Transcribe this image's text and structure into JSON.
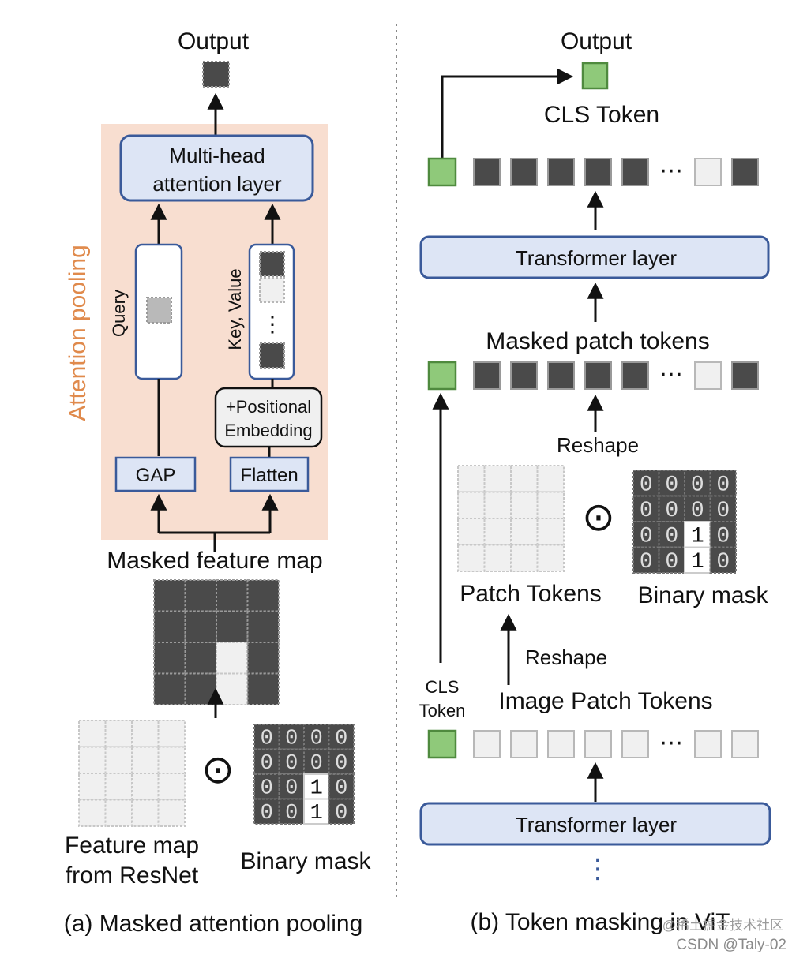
{
  "colors": {
    "dark_token": "#4a4a4a",
    "light_token": "#f0f0f0",
    "cls_token": "#8fc97a",
    "layer_fill": "#dde5f5",
    "layer_border": "#3a5a9a",
    "pooling_bg": "#f8ded0",
    "pooling_title": "#e08a4c",
    "arrow": "#111111"
  },
  "left_panel": {
    "caption": "(a)  Masked attention pooling",
    "output_label": "Output",
    "pooling_title": "Attention pooling",
    "mha_line1": "Multi-head",
    "mha_line2": "attention layer",
    "query_label": "Query",
    "kv_label": "Key, Value",
    "kv_dots": "⋮",
    "pos_emb_line1": "+Positional",
    "pos_emb_line2": "Embedding",
    "gap_label": "GAP",
    "flatten_label": "Flatten",
    "masked_map_label": "Masked feature map",
    "feature_map_line1": "Feature map",
    "feature_map_line2": "from ResNet",
    "odot": "⊙",
    "binary_mask_label": "Binary mask",
    "masked_grid": [
      [
        1,
        1,
        1,
        1
      ],
      [
        1,
        1,
        1,
        1
      ],
      [
        1,
        1,
        0,
        1
      ],
      [
        1,
        1,
        0,
        1
      ]
    ],
    "mask_values": [
      [
        "0",
        "0",
        "0",
        "0"
      ],
      [
        "0",
        "0",
        "0",
        "0"
      ],
      [
        "0",
        "0",
        "1",
        "0"
      ],
      [
        "0",
        "0",
        "1",
        "0"
      ]
    ]
  },
  "right_panel": {
    "caption": "(b) Token masking in ViT",
    "output_label": "Output",
    "cls_output_label": "CLS Token",
    "transformer_top_label": "Transformer layer",
    "masked_tokens_label": "Masked patch tokens",
    "reshape_top_label": "Reshape",
    "patch_tokens_label": "Patch Tokens",
    "odot": "⊙",
    "binary_mask_label": "Binary mask",
    "reshape_bottom_label": "Reshape",
    "cls_token_line1": "CLS",
    "cls_token_line2": "Token",
    "image_patch_label": "Image Patch Tokens",
    "transformer_bottom_label": "Transformer layer",
    "ellipsis": "⋯",
    "vertical_dots": "⋮",
    "token_row_top": [
      "dark",
      "dark",
      "dark",
      "dark",
      "dark",
      "light",
      "dark"
    ],
    "token_row_masked": [
      "dark",
      "dark",
      "dark",
      "dark",
      "dark",
      "light",
      "dark"
    ],
    "token_row_image": [
      "light",
      "light",
      "light",
      "light",
      "light",
      "light",
      "light"
    ],
    "mask_values": [
      [
        "0",
        "0",
        "0",
        "0"
      ],
      [
        "0",
        "0",
        "0",
        "0"
      ],
      [
        "0",
        "0",
        "1",
        "0"
      ],
      [
        "0",
        "0",
        "1",
        "0"
      ]
    ]
  },
  "watermark": {
    "line1": "@稀土掘金技术社区",
    "line2": "CSDN @Taly-02"
  }
}
